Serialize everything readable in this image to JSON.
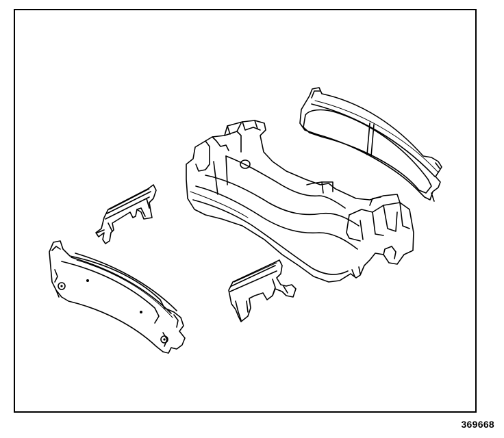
{
  "figure": {
    "number": "369668",
    "components": [
      {
        "name": "inboard-brake-pad",
        "icon": "brake-pad-icon"
      },
      {
        "name": "upper-support-spring",
        "icon": "spring-clip-icon"
      },
      {
        "name": "caliper-mounting-bracket",
        "icon": "caliper-bracket-icon"
      },
      {
        "name": "lower-support-spring",
        "icon": "spring-clip-icon"
      },
      {
        "name": "outboard-brake-pad",
        "icon": "brake-pad-icon"
      }
    ]
  },
  "colors": {
    "line": "#000000",
    "background": "#ffffff"
  }
}
